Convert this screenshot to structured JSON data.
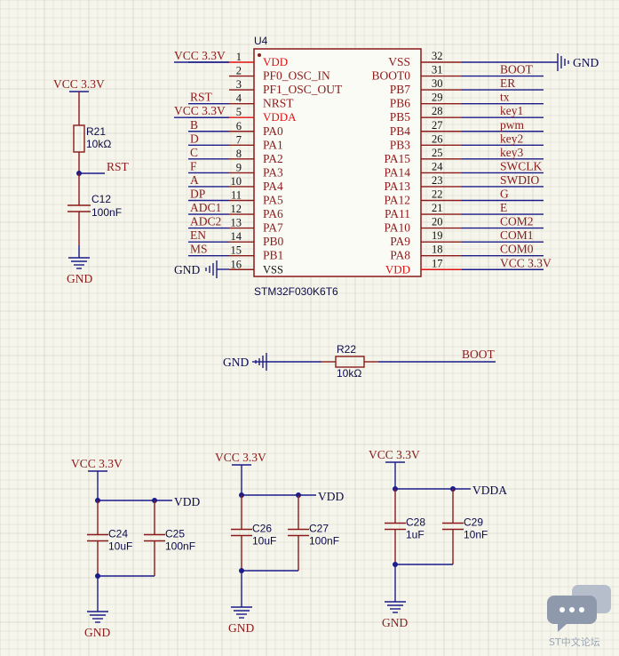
{
  "grid": {
    "minor": "#dcdcd0",
    "major": "#c9c9bb",
    "background": "#f5f5ec"
  },
  "colors": {
    "wire": "#1b1b8a",
    "part": "#8b1a1a",
    "power_pin": "#e01010",
    "body_fill": "#fbfbf6"
  },
  "u4": {
    "designator": "U4",
    "part": "STM32F030K6T6",
    "left_pins": [
      {
        "num": "1",
        "name": "VDD",
        "net": "VCC 3.3V",
        "power": true
      },
      {
        "num": "2",
        "name": "PF0_OSC_IN",
        "net": ""
      },
      {
        "num": "3",
        "name": "PF1_OSC_OUT",
        "net": ""
      },
      {
        "num": "4",
        "name": "NRST",
        "net": "RST"
      },
      {
        "num": "5",
        "name": "VDDA",
        "net": "VCC 3.3V",
        "power": true
      },
      {
        "num": "6",
        "name": "PA0",
        "net": "B"
      },
      {
        "num": "7",
        "name": "PA1",
        "net": "D"
      },
      {
        "num": "8",
        "name": "PA2",
        "net": "C"
      },
      {
        "num": "9",
        "name": "PA3",
        "net": "F"
      },
      {
        "num": "10",
        "name": "PA4",
        "net": "A"
      },
      {
        "num": "11",
        "name": "PA5",
        "net": "DP"
      },
      {
        "num": "12",
        "name": "PA6",
        "net": "ADC1"
      },
      {
        "num": "13",
        "name": "PA7",
        "net": "ADC2"
      },
      {
        "num": "14",
        "name": "PB0",
        "net": "EN"
      },
      {
        "num": "15",
        "name": "PB1",
        "net": "MS"
      },
      {
        "num": "16",
        "name": "VSS",
        "net": "GND",
        "gnd": true
      }
    ],
    "right_pins": [
      {
        "num": "32",
        "name": "VSS",
        "net": "GND",
        "gnd": true
      },
      {
        "num": "31",
        "name": "BOOT0",
        "net": "BOOT"
      },
      {
        "num": "30",
        "name": "PB7",
        "net": "ER"
      },
      {
        "num": "29",
        "name": "PB6",
        "net": "tx"
      },
      {
        "num": "28",
        "name": "PB5",
        "net": "key1"
      },
      {
        "num": "27",
        "name": "PB4",
        "net": "pwm"
      },
      {
        "num": "26",
        "name": "PB3",
        "net": "key2"
      },
      {
        "num": "25",
        "name": "PA15",
        "net": "key3"
      },
      {
        "num": "24",
        "name": "PA14",
        "net": "SWCLK"
      },
      {
        "num": "23",
        "name": "PA13",
        "net": "SWDIO"
      },
      {
        "num": "22",
        "name": "PA12",
        "net": "G"
      },
      {
        "num": "21",
        "name": "PA11",
        "net": "E"
      },
      {
        "num": "20",
        "name": "PA10",
        "net": "COM2"
      },
      {
        "num": "19",
        "name": "PA9",
        "net": "COM1"
      },
      {
        "num": "18",
        "name": "PA8",
        "net": "COM0"
      },
      {
        "num": "17",
        "name": "VDD",
        "net": "VCC 3.3V",
        "power": true
      }
    ]
  },
  "reset": {
    "vcc": "VCC 3.3V",
    "r_des": "R21",
    "r_val": "10kΩ",
    "net": "RST",
    "c_des": "C12",
    "c_val": "100nF",
    "gnd": "GND"
  },
  "boot": {
    "gnd": "GND",
    "r_des": "R22",
    "r_val": "10kΩ",
    "net": "BOOT"
  },
  "decoupling": [
    {
      "vcc": "VCC 3.3V",
      "net": "VDD",
      "c1_des": "C24",
      "c1_val": "10uF",
      "c2_des": "C25",
      "c2_val": "100nF",
      "gnd": "GND"
    },
    {
      "vcc": "VCC 3.3V",
      "net": "VDD",
      "c1_des": "C26",
      "c1_val": "10uF",
      "c2_des": "C27",
      "c2_val": "100nF",
      "gnd": "GND"
    },
    {
      "vcc": "VCC 3.3V",
      "net": "VDDA",
      "c1_des": "C28",
      "c1_val": "1uF",
      "c2_des": "C29",
      "c2_val": "10nF",
      "gnd": "GND"
    }
  ],
  "watermark": {
    "text": "ST中文论坛",
    "icon": "chat-bubble-icon"
  }
}
